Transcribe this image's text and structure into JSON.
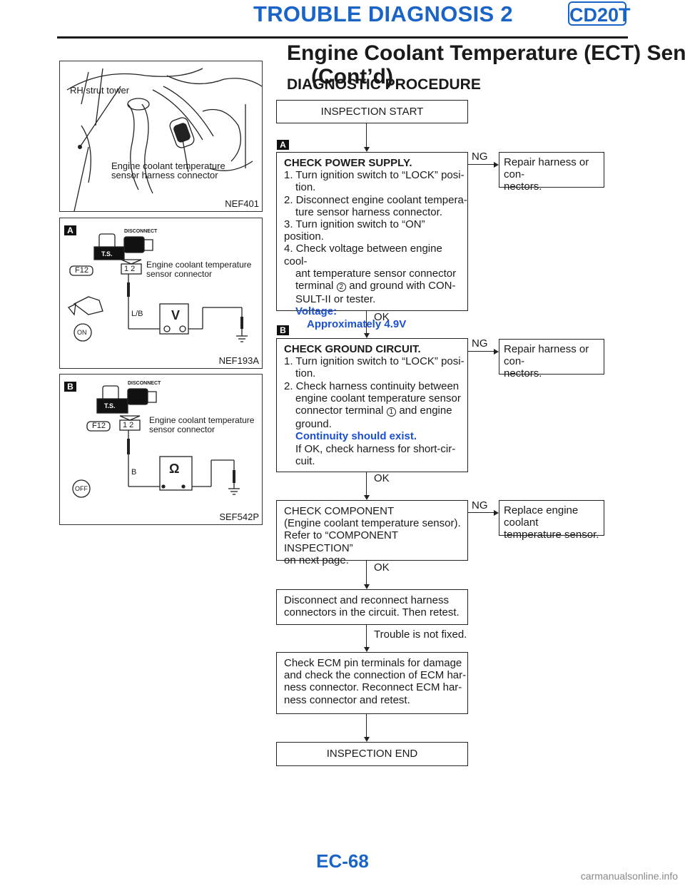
{
  "header": {
    "section": "TROUBLE DIAGNOSIS 2",
    "engine_code": "CD20T"
  },
  "title": {
    "line1": "Engine Coolant Temperature (ECT) Sensor",
    "line2": "(Cont’d)"
  },
  "subtitle": "DIAGNOSTIC PROCEDURE",
  "figures": {
    "fig1": {
      "label_top": "RH strut tower",
      "label_bottom1": "Engine coolant temperature",
      "label_bottom2": "sensor harness connector",
      "id": "NEF401"
    },
    "fig2": {
      "tag": "A",
      "connector": "F12",
      "pins": "1 2",
      "label1": "Engine coolant temperature",
      "label2": "sensor connector",
      "wire": "L/B",
      "meter": "V",
      "disconnect": "DISCONNECT",
      "ts": "T.S.",
      "key": "ON",
      "id": "NEF193A"
    },
    "fig3": {
      "tag": "B",
      "connector": "F12",
      "pins": "1 2",
      "label1": "Engine coolant temperature",
      "label2": "sensor connector",
      "wire": "B",
      "meter": "Ω",
      "disconnect": "DISCONNECT",
      "ts": "T.S.",
      "key": "OFF",
      "id": "SEF542P"
    }
  },
  "flow": {
    "start": "INSPECTION START",
    "tag_a": "A",
    "step1": {
      "title": "CHECK POWER SUPPLY.",
      "l1a": "1. Turn ignition switch to “LOCK” posi-",
      "l1b": "tion.",
      "l2a": "2. Disconnect engine coolant tempera-",
      "l2b": "ture sensor harness connector.",
      "l3": "3. Turn ignition switch to “ON” position.",
      "l4a": "4. Check voltage between engine cool-",
      "l4b": "ant temperature sensor connector",
      "l4c_pre": "terminal",
      "terminal": "2",
      "l4c_post": "and ground with CON-",
      "l4d": "SULT-II or tester.",
      "spec_label": "Voltage:",
      "spec_value": "Approximately 4.9V"
    },
    "ng1": "NG",
    "repair1a": "Repair harness or con-",
    "repair1b": "nectors.",
    "ok1": "OK",
    "tag_b": "B",
    "step2": {
      "title": "CHECK GROUND CIRCUIT.",
      "l1a": "1. Turn ignition switch to “LOCK” posi-",
      "l1b": "tion.",
      "l2a": "2. Check harness continuity between",
      "l2b": "engine coolant temperature sensor",
      "l2c_pre": "connector terminal",
      "terminal": "1",
      "l2c_post": "and engine",
      "l2d": "ground.",
      "spec": "Continuity should exist.",
      "l3a": "If OK, check harness for short-cir-",
      "l3b": "cuit."
    },
    "ng2": "NG",
    "repair2a": "Repair harness or con-",
    "repair2b": "nectors.",
    "ok2": "OK",
    "step3": {
      "l1": "CHECK COMPONENT",
      "l2": "(Engine coolant temperature sensor).",
      "l3": "Refer to “COMPONENT INSPECTION”",
      "l4": "on next page."
    },
    "ng3": "NG",
    "replace_a": "Replace engine coolant",
    "replace_b": "temperature sensor.",
    "ok3": "OK",
    "step4": {
      "l1": "Disconnect and reconnect harness",
      "l2": "connectors in the circuit. Then retest."
    },
    "trouble": "Trouble is not fixed.",
    "step5": {
      "l1": "Check ECM pin terminals for damage",
      "l2": "and check the connection of ECM har-",
      "l3": "ness connector. Reconnect ECM har-",
      "l4": "ness connector and retest."
    },
    "end": "INSPECTION END"
  },
  "page_number": "EC-68",
  "watermark": "carmanualsonline.info"
}
